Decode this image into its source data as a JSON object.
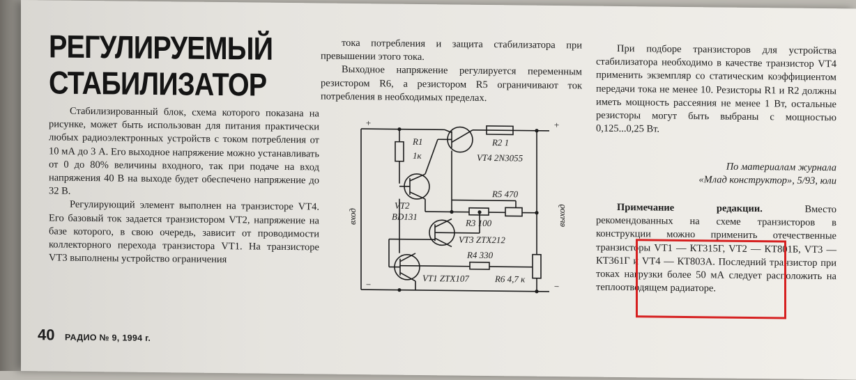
{
  "title": {
    "line1": "РЕГУЛИРУЕМЫЙ",
    "line2": "СТАБИЛИЗАТОР"
  },
  "left_column": {
    "p1": "Стабилизированный блок, схема которого показана на рисунке, может быть использован для питания практически любых радиоэлектронных устройств с током потребления от 10 мА до 3 А. Его выходное напряжение можно устанавливать от 0 до 80% величины входного, так при подаче на вход напряжения 40 В на выходе будет обеспечено напряжение до 32 В.",
    "p2": "Регулирующий элемент выполнен на транзисторе VT4. Его базовый ток задается транзистором VT2, напряжение на базе которого, в свою очередь, зависит от проводимости коллекторного перехода транзистора VT1. На транзисторе VT3 выполнены устройство ограничения"
  },
  "middle_column": {
    "p1": "тока потребления и защита стабилизатора при превышении этого тока.",
    "p2": "Выходное напряжение регулируется переменным резистором R6, а резистором R5 ограничивают ток потребления в необходимых пределах."
  },
  "schematic": {
    "input_label": "вход",
    "output_label": "выход",
    "plus": "+",
    "minus": "−",
    "r1": "R1",
    "r1_value": "1к",
    "r2": "R2 1",
    "vt4": "VT4 2N3055",
    "vt2": "VT2",
    "vt2_type": "BD131",
    "r5": "R5 470",
    "r3": "R3 100",
    "vt3": "VT3 ZTX212",
    "r4": "R4 330",
    "vt1": "VT1 ZTX107",
    "r6": "R6 4,7 к"
  },
  "right_column": {
    "p1": "При подборе транзисторов для устройства стабилизатора необходимо в качестве транзистор VT4 применить экземпляр со статическим коэффициентом передачи тока не менее 10. Резисторы R1 и R2 должны иметь мощность рассеяния не менее 1 Вт, остальные резисторы могут быть выбраны с мощностью 0,125...0,25 Вт.",
    "source_line1": "По материалам журнала",
    "source_line2": "«Млад конструктор», 5/93, юли"
  },
  "editor_note": {
    "heading": "Примечание редакции.",
    "text": "Вместо рекомендованных на схеме транзисторов в конструкции можно применить отечественные транзисторы VT1 — КТ315Г, VT2 — КТ801Б, VT3 — КТ361Г и VT4 — КТ803А. Последний транзистор при токах нагрузки более 50 мА следует расположить на теплоотводящем радиаторе."
  },
  "footer": {
    "page_number": "40",
    "issue": "РАДИО № 9, 1994 г."
  },
  "colors": {
    "highlight": "#d62020",
    "paper": "#ebe9e4",
    "ink": "#1c1c1c"
  }
}
